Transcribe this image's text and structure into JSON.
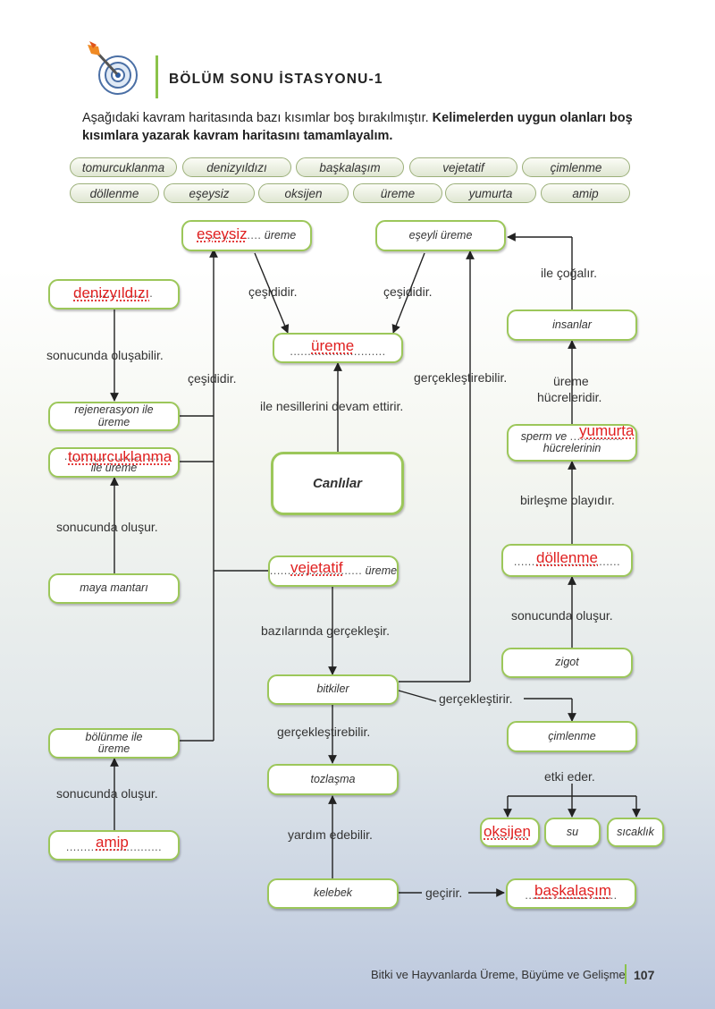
{
  "header": {
    "title": "BÖLÜM SONU İSTASYONU-1",
    "instruction_normal": "Aşağıdaki kavram haritasında bazı kısımlar boş bırakılmıştır. ",
    "instruction_bold": "Kelimelerden uygun olanları boş kısımlara yazarak kavram haritasını tamamlayalım."
  },
  "word_bank": {
    "row1": [
      "tomurcuklanma",
      "denizyıldızı",
      "başkalaşım",
      "vejetatif",
      "çimlenme"
    ],
    "row2": [
      "döllenme",
      "eşeysiz",
      "oksijen",
      "üreme",
      "yumurta",
      "amip"
    ]
  },
  "nodes": {
    "eseysiz": {
      "text": "üreme",
      "dots": "..................",
      "answer": "eşeysiz"
    },
    "eseyli": {
      "text": "eşeyli üreme"
    },
    "denizyildizi": {
      "dots": "......................",
      "answer": "denizyıldızı"
    },
    "ureme": {
      "dots": "...........................",
      "answer": "üreme"
    },
    "rejenerasyon": {
      "text1": "rejenerasyon ile",
      "text2": "üreme"
    },
    "tomurcuklanma": {
      "text1": "............................",
      "text2": "ile üreme",
      "answer": "tomurcuklanma"
    },
    "canlilar": {
      "text": "Canlılar"
    },
    "maya": {
      "text": "maya mantarı"
    },
    "vejetatif": {
      "dots": "..........................",
      "text": "üreme",
      "answer": "vejetatif"
    },
    "bitkiler": {
      "text": "bitkiler"
    },
    "bolunme": {
      "text1": "bölünme ile",
      "text2": "üreme"
    },
    "tozlasma": {
      "text": "tozlaşma"
    },
    "amip": {
      "dots": "...........................",
      "answer": "amip"
    },
    "kelebek": {
      "text": "kelebek"
    },
    "baskalasim": {
      "dots": "..........................",
      "answer": "başkalaşım"
    },
    "insanlar": {
      "text": "insanlar"
    },
    "sperm": {
      "text1": "sperm ve",
      "dots": "...............",
      "text2": "hücrelerinin",
      "answer": "yumurta"
    },
    "dollenme": {
      "dots": "..............................",
      "answer": "döllenme"
    },
    "zigot": {
      "text": "zigot"
    },
    "cimlenme": {
      "text": "çimlenme"
    },
    "oksijen": {
      "dots": "..........",
      "answer": "oksijen"
    },
    "su": {
      "text": "su"
    },
    "sicaklik": {
      "text": "sıcaklık"
    }
  },
  "labels": {
    "cesididir_left": "çeşididir.",
    "cesididir_right": "çeşididir.",
    "sonucunda_olusabilir": "sonucunda oluşabilir.",
    "cesididir_vertical": "çeşididir.",
    "ile_nesillerini": "ile nesillerini devam ettirir.",
    "gerceklestirebilir_1": "gerçekleştirebilir.",
    "ile_cogalir": "ile çoğalır.",
    "ureme_hucreleridir_1": "üreme",
    "ureme_hucreleridir_2": "hücreleridir.",
    "sonucunda_olusur_1": "sonucunda oluşur.",
    "birlesme": "birleşme olayıdır.",
    "bazilarinda": "bazılarında gerçekleşir.",
    "sonucunda_olusur_2": "sonucunda oluşur.",
    "gerceklestirir": "gerçekleştirir.",
    "gerceklestirebilir_2": "gerçekleştirebilir.",
    "sonucunda_olusur_3": "sonucunda oluşur.",
    "etki_eder": "etki eder.",
    "yardim": "yardım edebilir.",
    "gecirir": "geçirir."
  },
  "footer": {
    "subject": "Bitki ve Hayvanlarda Üreme, Büyüme ve Gelişme",
    "page": "107"
  },
  "colors": {
    "node_border": "#9cc75a",
    "answer_text": "#e02020",
    "accent_bar": "#8bc34a"
  }
}
